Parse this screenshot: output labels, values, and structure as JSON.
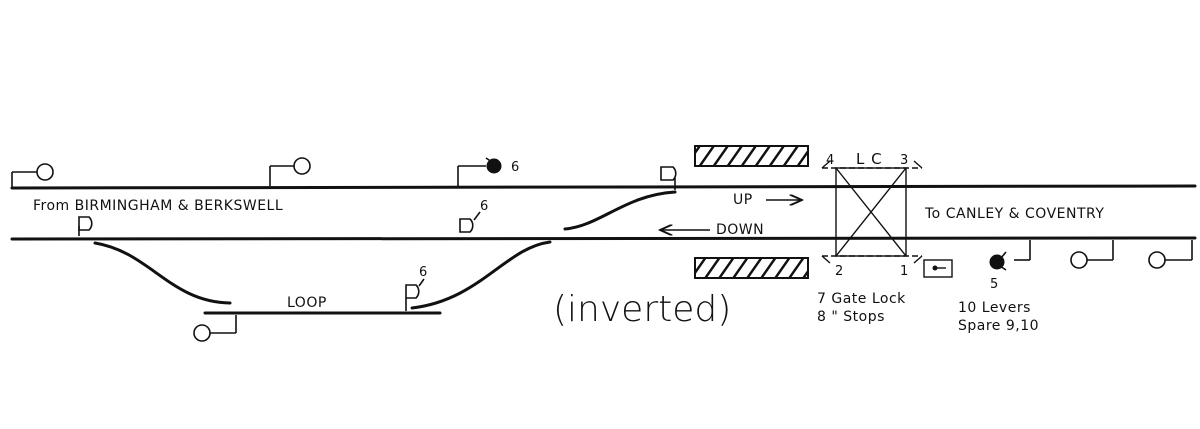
{
  "labels": {
    "from": "From BIRMINGHAM & BERKSWELL",
    "to": "To CANLEY & COVENTRY",
    "up": "UP",
    "down": "DOWN",
    "loop": "LOOP",
    "inverted": "(inverted)",
    "lc": "L C"
  },
  "lever_numbers": {
    "lc_top_left": "4",
    "lc_top_right": "3",
    "lc_bottom_left": "2",
    "lc_bottom_right": "1",
    "ground_up": "6",
    "ground_down": "6",
    "ground_loop": "6",
    "ground_right": "5"
  },
  "notes": {
    "gate_lock": "7 Gate Lock",
    "stops": "8  \"  Stops",
    "levers": "10 Levers",
    "spare": "Spare 9,10"
  },
  "colors": {
    "ink": "#111111",
    "background": "#ffffff"
  }
}
